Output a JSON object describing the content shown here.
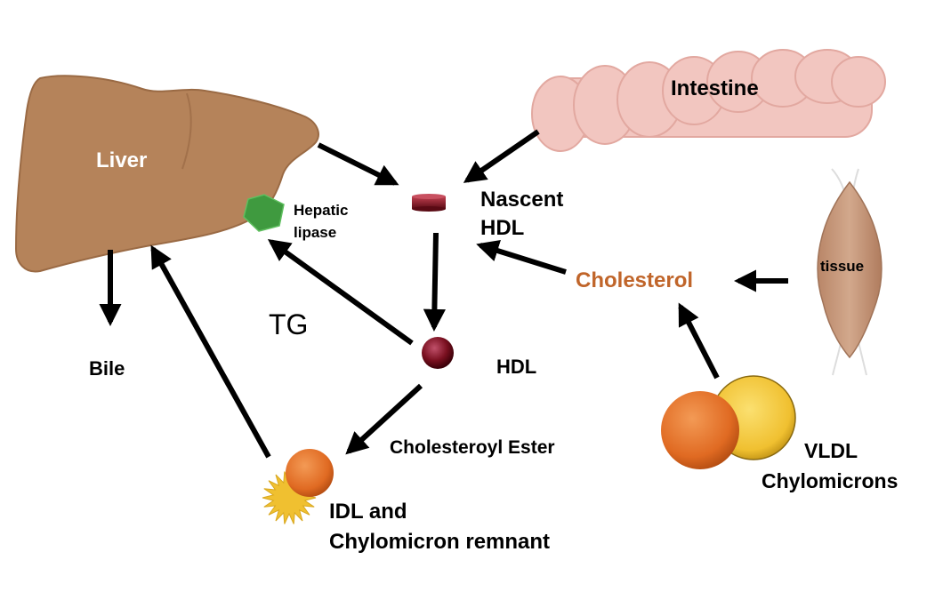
{
  "labels": {
    "liver": "Liver",
    "intestine": "Intestine",
    "hepatic_lipase_line1": "Hepatic",
    "hepatic_lipase_line2": "lipase",
    "nascent_hdl_line1": "Nascent",
    "nascent_hdl_line2": "HDL",
    "tg": "TG",
    "bile": "Bile",
    "hdl": "HDL",
    "cholesterol": "Cholesterol",
    "tissue": "tissue",
    "cholesteryl_ester": "Cholesteroyl Ester",
    "idl_line1": "IDL and",
    "idl_line2": "Chylomicron remnant",
    "vldl_line1": "VLDL",
    "vldl_line2": "Chylomicrons"
  },
  "colors": {
    "liver": "#b5835a",
    "liver_label": "#ffffff",
    "intestine": "#f2c6c0",
    "cholesterol_label": "#c0652a",
    "hdl_particle": "#7a1020",
    "hepatic_lipase": "#3f9a3f",
    "remnant_core": "#e0702a",
    "remnant_spikes": "#f0c030",
    "vldl_orange": "#e8702a",
    "vldl_yellow": "#f0c030",
    "tissue": "#c99a7c",
    "arrow": "#000000"
  }
}
